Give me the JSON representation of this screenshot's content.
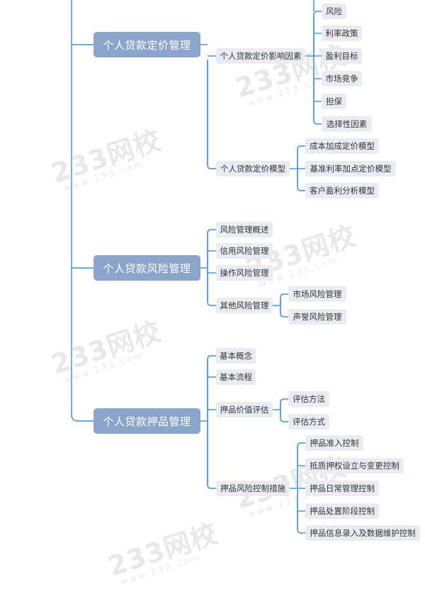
{
  "colors": {
    "line": "#3a8fd6",
    "main_fill": "#8ba4c9",
    "sub_fill": "#e9edf3",
    "sub_text": "#333333"
  },
  "watermark": {
    "brand": "233网校",
    "url": "www.233.com"
  },
  "branches": [
    {
      "label": "个人贷款定价管理",
      "children": [
        {
          "label": "个人贷款定价影响因素",
          "children": [
            "风险",
            "利率政策",
            "盈利目标",
            "市场竞争",
            "担保",
            "选择性因素"
          ]
        },
        {
          "label": "个人贷款定价模型",
          "children": [
            "成本加成定价模型",
            "基准利率加点定价模型",
            "客户盈利分析模型"
          ]
        }
      ]
    },
    {
      "label": "个人贷款风险管理",
      "children": [
        {
          "label": "风险管理概述",
          "children": []
        },
        {
          "label": "信用风险管理",
          "children": []
        },
        {
          "label": "操作风险管理",
          "children": []
        },
        {
          "label": "其他风险管理",
          "children": [
            "市场风险管理",
            "声誉风险管理"
          ]
        }
      ]
    },
    {
      "label": "个人贷款押品管理",
      "children": [
        {
          "label": "基本概念",
          "children": []
        },
        {
          "label": "基本流程",
          "children": []
        },
        {
          "label": "押品价值评估",
          "children": [
            "评估方法",
            "评估方式"
          ]
        },
        {
          "label": "押品风险控制措施",
          "children": [
            "押品准入控制",
            "抵质押权设立与变更控制",
            "押品日常管理控制",
            "押品处置阶段控制",
            "押品信息录入及数据维护控制"
          ]
        }
      ]
    }
  ]
}
